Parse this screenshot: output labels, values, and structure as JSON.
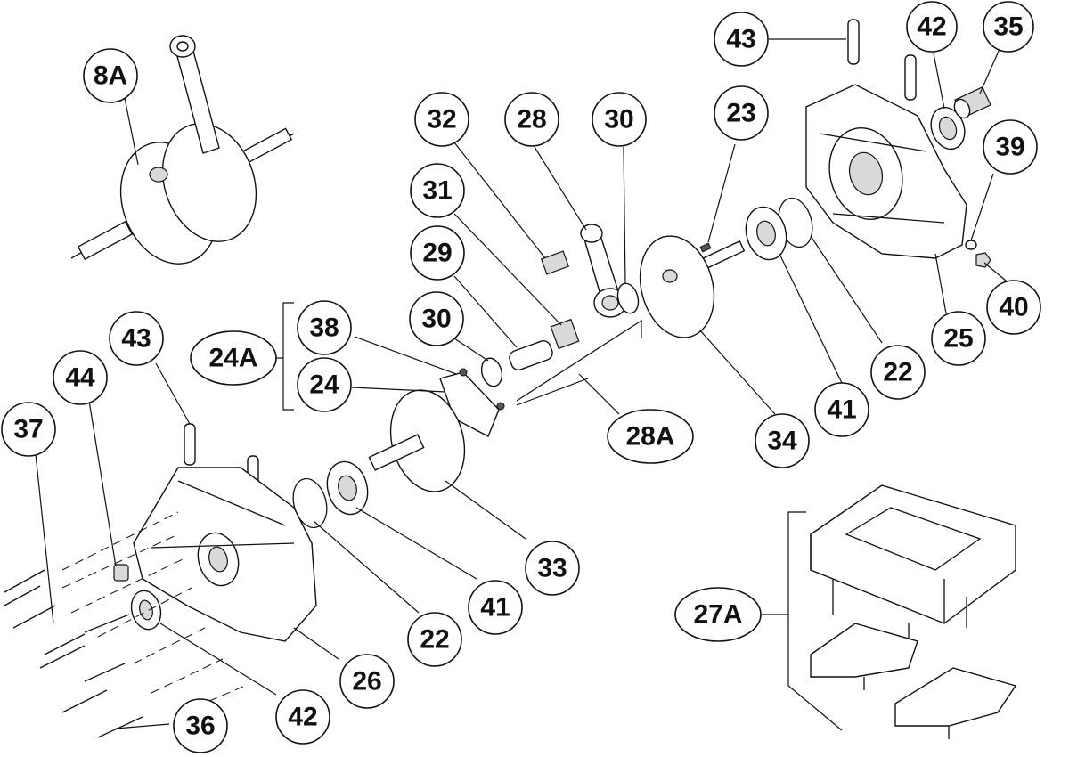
{
  "callouts": {
    "c8A": "8A",
    "c43a": "43",
    "c42a": "42",
    "c35": "35",
    "c32": "32",
    "c28": "28",
    "c30a": "30",
    "c23": "23",
    "c39": "39",
    "c31": "31",
    "c29": "29",
    "c40": "40",
    "c30b": "30",
    "c25": "25",
    "c38": "38",
    "c24A": "24A",
    "c24": "24",
    "c43b": "43",
    "c44": "44",
    "c22a": "22",
    "c41a": "41",
    "c34": "34",
    "c28A": "28A",
    "c37": "37",
    "c33": "33",
    "c41b": "41",
    "c27A": "27A",
    "c22b": "22",
    "c26": "26",
    "c42b": "42",
    "c36": "36"
  }
}
